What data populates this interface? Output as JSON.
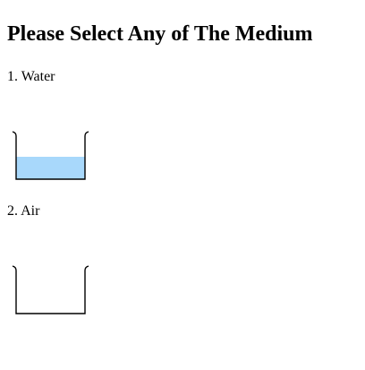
{
  "page": {
    "title": "Please Select Any of The Medium"
  },
  "options": [
    {
      "label": "1. Water",
      "medium": "water",
      "fill_color": "#a8d8fb",
      "filled": true
    },
    {
      "label": "2. Air",
      "medium": "air",
      "filled": false
    }
  ],
  "colors": {
    "outline": "#000000",
    "water_fill": "#a8d8fb",
    "background": "#ffffff"
  }
}
